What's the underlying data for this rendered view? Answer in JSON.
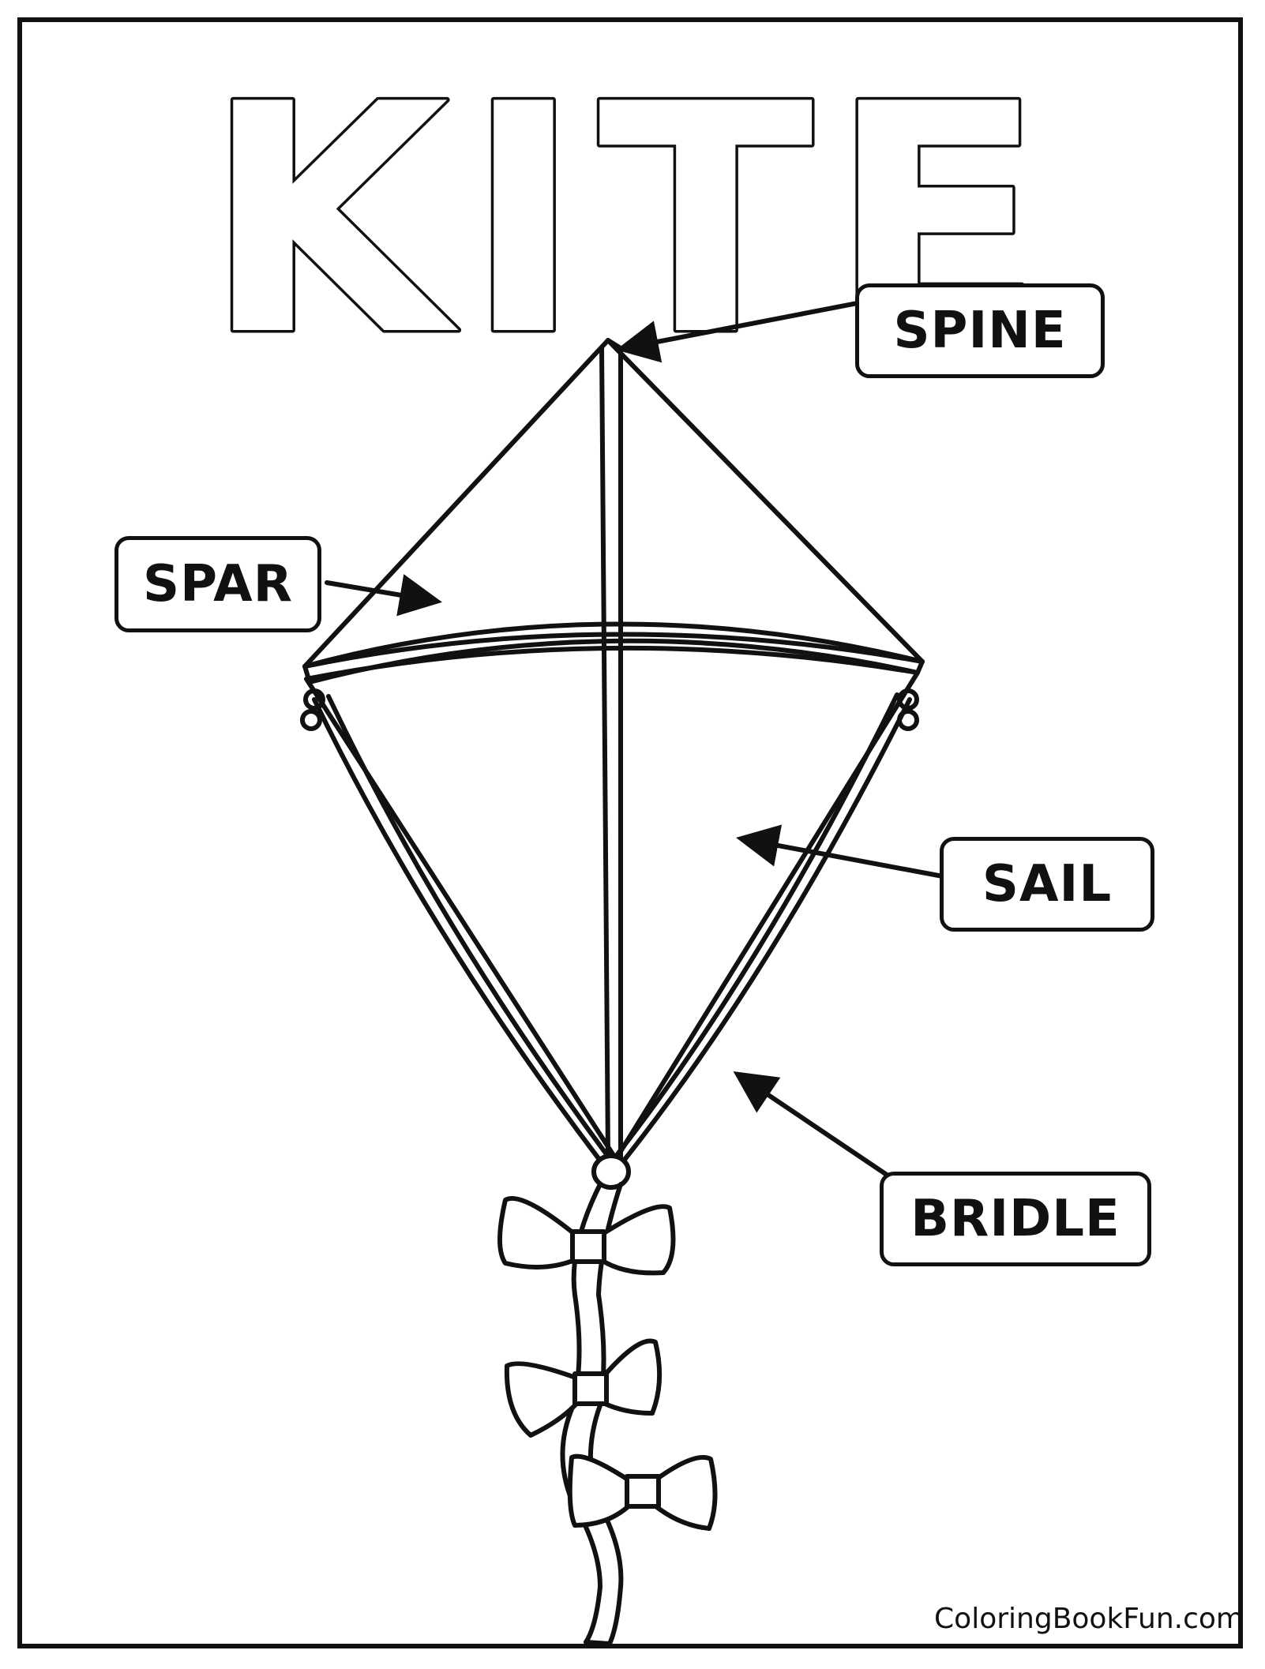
{
  "title": "KITE",
  "labels": {
    "spine": "SPINE",
    "spar": "SPAR",
    "sail": "SAIL",
    "bridle": "BRIDLE"
  },
  "watermark": "ColoringBookFun.com",
  "colors": {
    "ink": "#111111",
    "paper": "#ffffff"
  }
}
